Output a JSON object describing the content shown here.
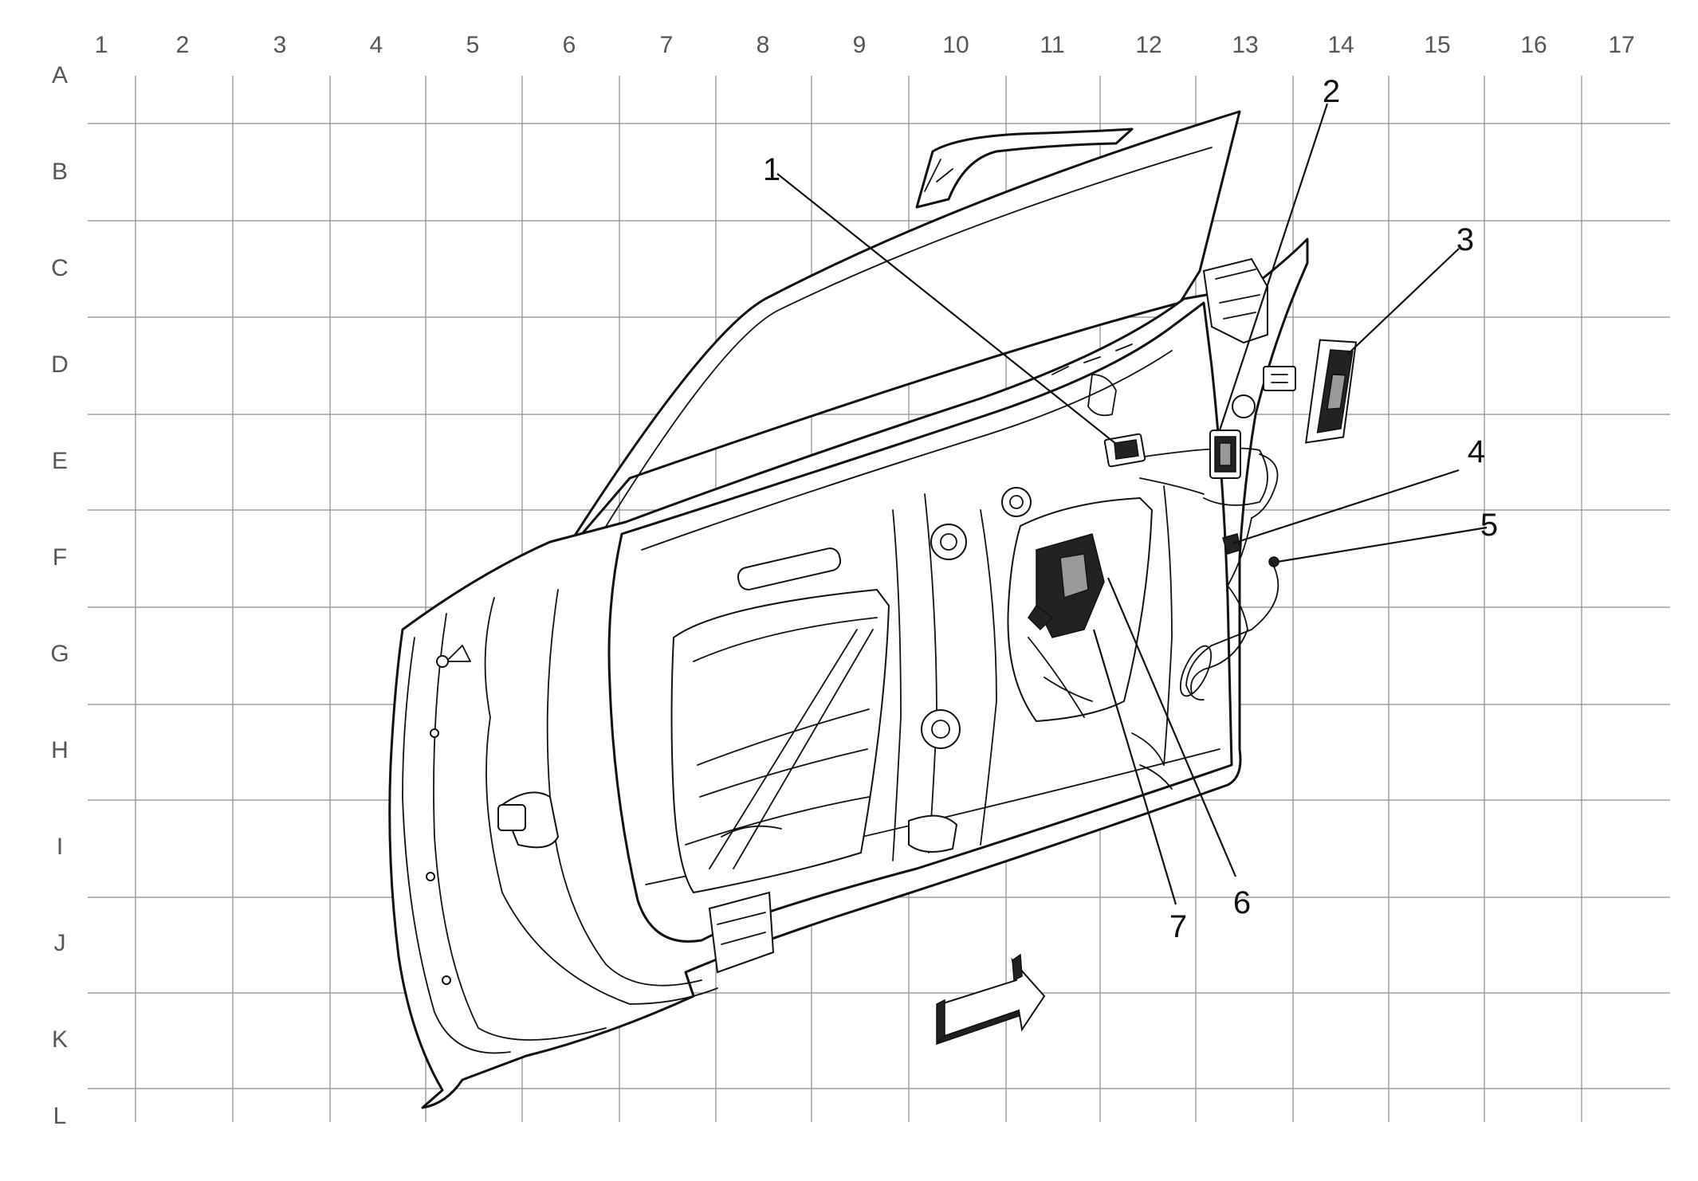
{
  "grid": {
    "columns": [
      "1",
      "2",
      "3",
      "4",
      "5",
      "6",
      "7",
      "8",
      "9",
      "10",
      "11",
      "12",
      "13",
      "14",
      "15",
      "16",
      "17"
    ],
    "rows": [
      "A",
      "B",
      "C",
      "D",
      "E",
      "F",
      "G",
      "H",
      "I",
      "J",
      "K",
      "L"
    ]
  },
  "callouts": [
    "1",
    "2",
    "3",
    "4",
    "5",
    "6",
    "7"
  ],
  "direction_arrow": "forward-arrow-icon"
}
